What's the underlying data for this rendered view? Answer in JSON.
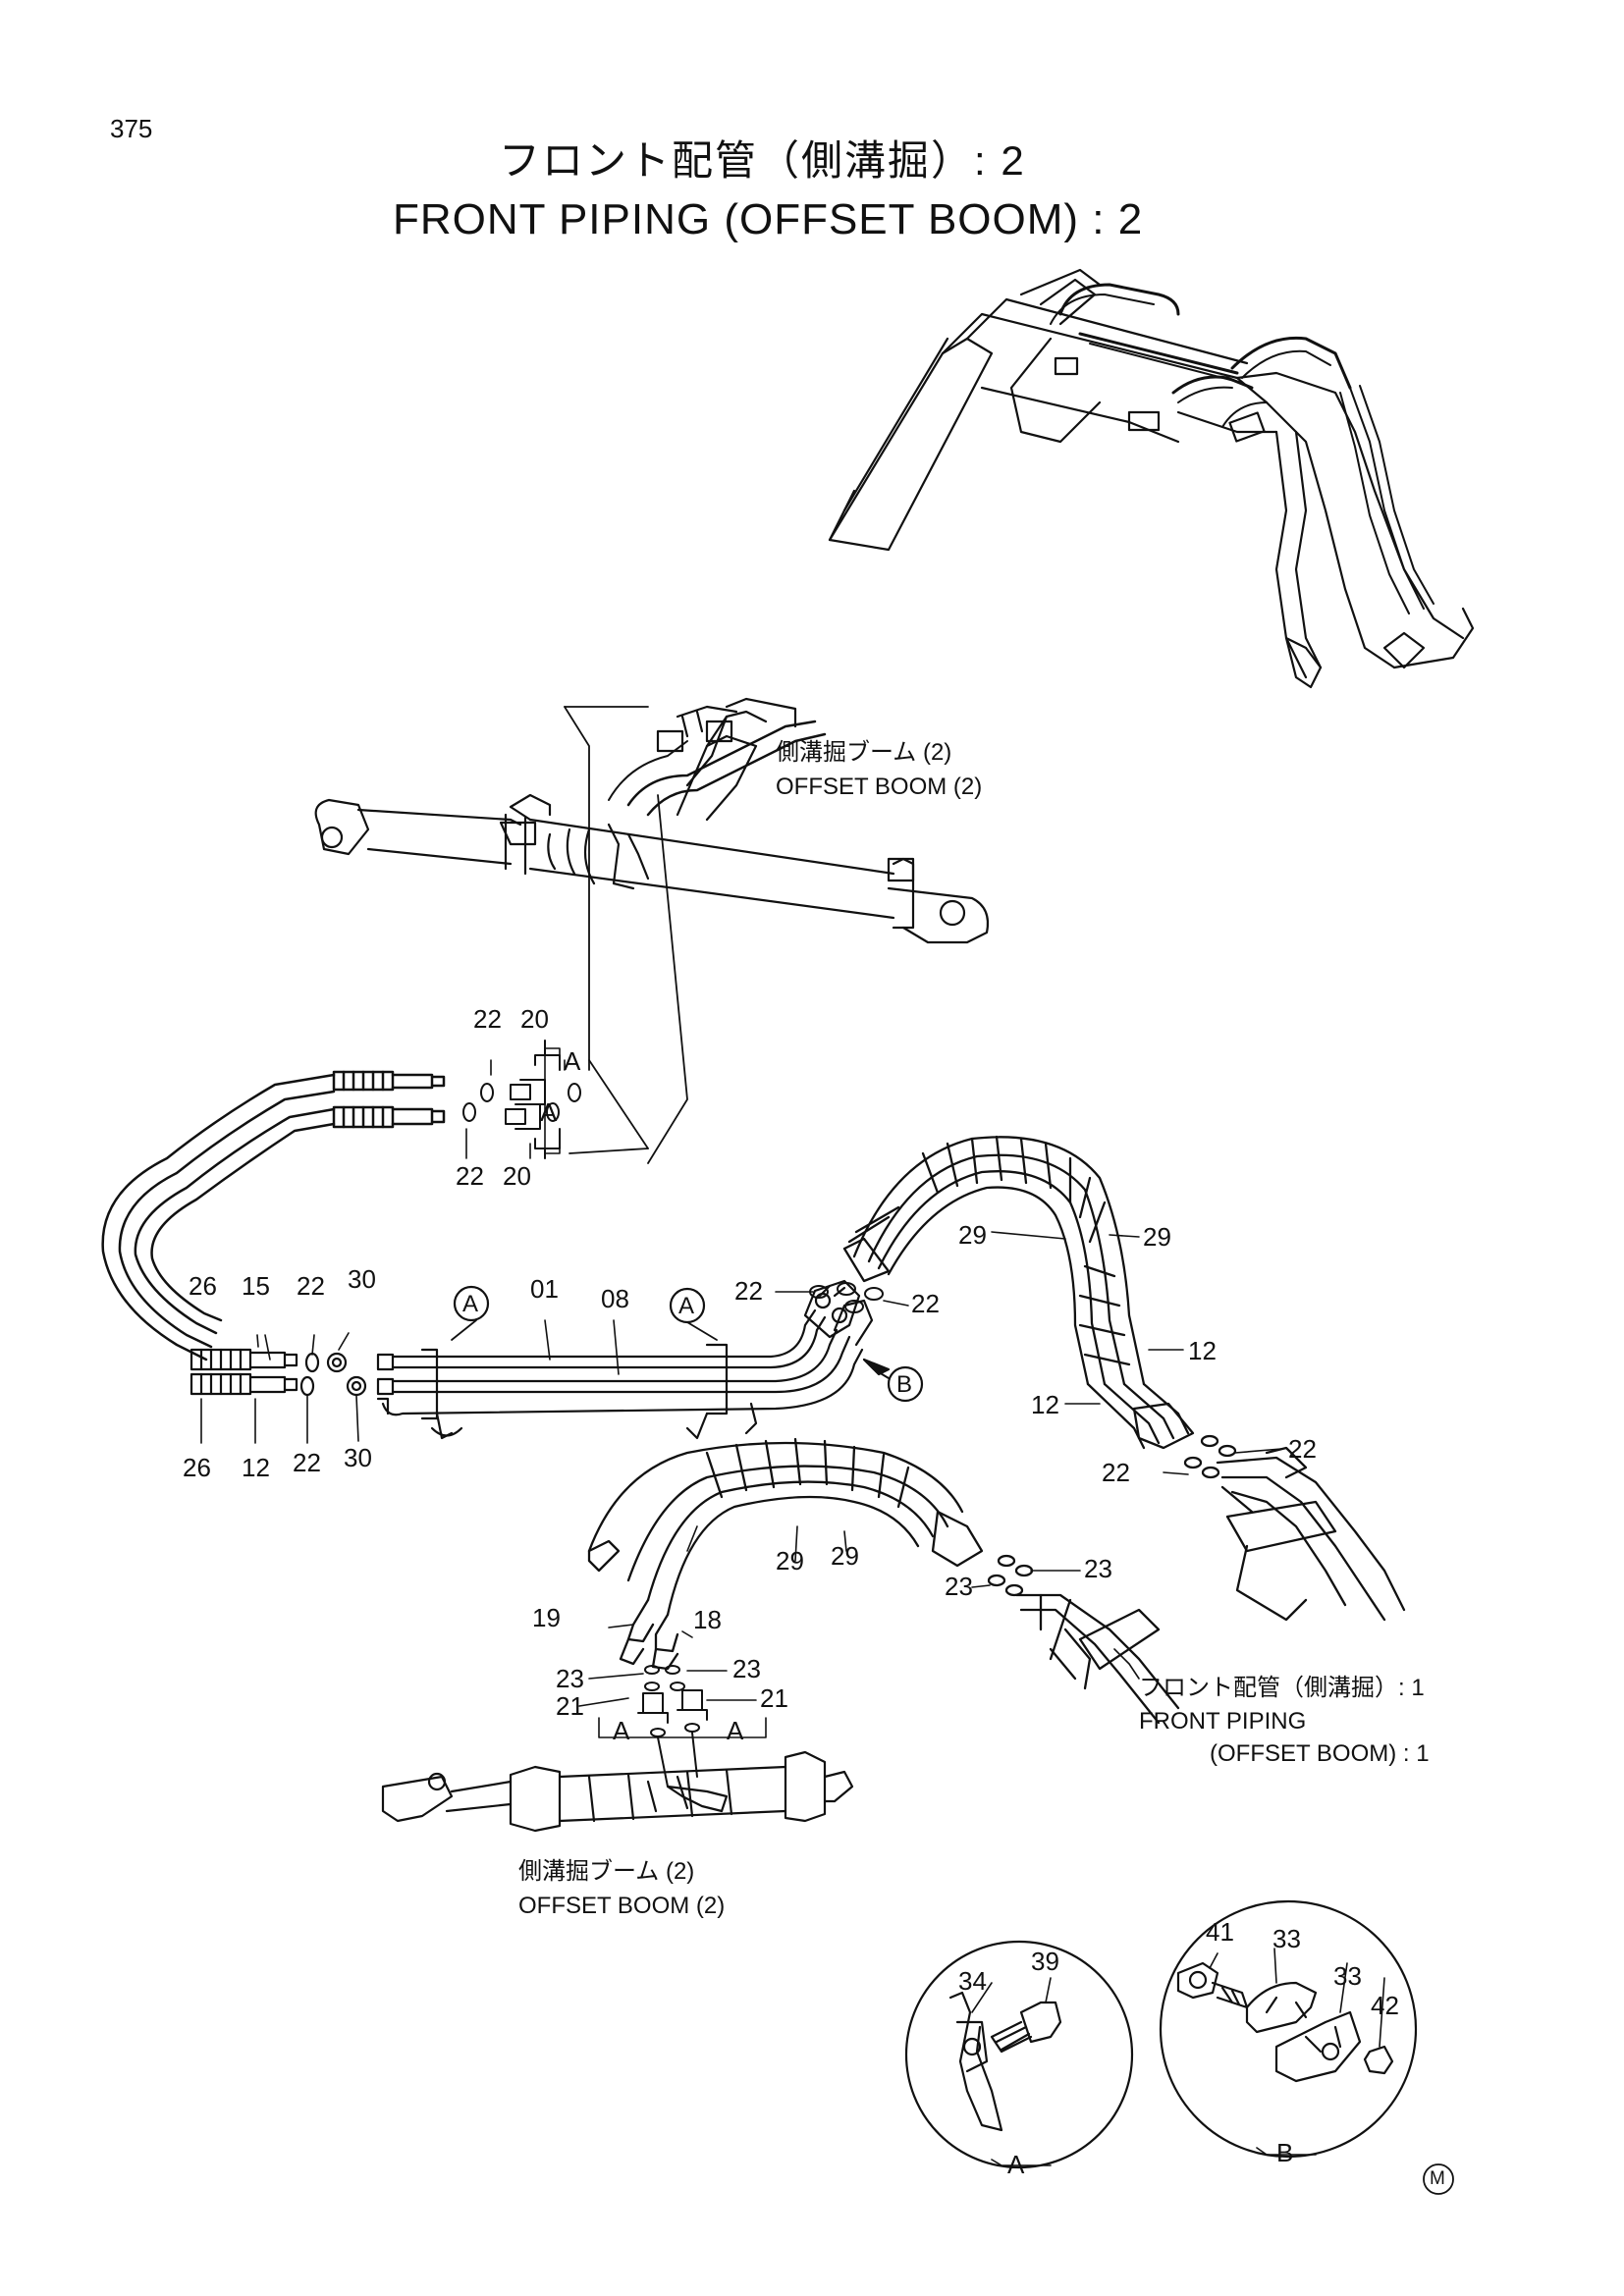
{
  "page_number": "375",
  "title": {
    "ja": "フロント配管（側溝掘）: 2",
    "en": "FRONT PIPING (OFFSET BOOM) : 2"
  },
  "labels": {
    "offset_boom_top_ja": "側溝掘ブーム (2)",
    "offset_boom_top_en": "OFFSET BOOM (2)",
    "offset_boom_bottom_ja": "側溝掘ブーム (2)",
    "offset_boom_bottom_en": "OFFSET BOOM (2)",
    "ref_ja": "フロント配管（側溝掘）: 1",
    "ref_en1": "FRONT PIPING",
    "ref_en2": "(OFFSET BOOM) : 1"
  },
  "parts": {
    "p01": "01",
    "p08": "08",
    "p12": "12",
    "p15": "15",
    "p18": "18",
    "p19": "19",
    "p20": "20",
    "p21": "21",
    "p22": "22",
    "p23": "23",
    "p26": "26",
    "p29": "29",
    "p30": "30",
    "p33": "33",
    "p34": "34",
    "p39": "39",
    "p41": "41",
    "p42": "42"
  },
  "markers": {
    "a": "A",
    "b": "B"
  },
  "mark": "M"
}
